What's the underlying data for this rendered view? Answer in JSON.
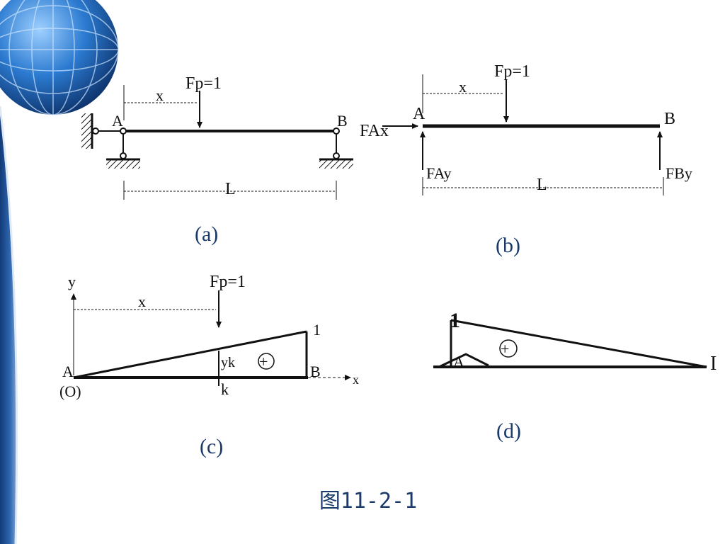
{
  "colors": {
    "accent": "#1a3a6b",
    "sidebar": "#2a5a9a",
    "globe": "#1f6fc0",
    "ink": "#111111"
  },
  "figure_caption": "图11-2-1",
  "panels": {
    "a": {
      "caption": "(a)",
      "force_label": "Fp=1",
      "dim_x": "x",
      "dim_L": "L",
      "point_A": "A",
      "point_B": "B"
    },
    "b": {
      "caption": "(b)",
      "force_label": "Fp=1",
      "dim_x": "x",
      "dim_L": "L",
      "point_A": "A",
      "point_B": "B",
      "reaction_Ax": "FAx",
      "reaction_Ay": "FAy",
      "reaction_By": "FBy"
    },
    "c": {
      "caption": "(c)",
      "axis_y": "y",
      "axis_x": "x",
      "force_label": "Fp=1",
      "dim_x": "x",
      "value_1": "1",
      "ordinate_yk": "yk",
      "point_k": "k",
      "point_A": "A",
      "point_B": "B",
      "origin": "(O)",
      "sign": "+"
    },
    "d": {
      "caption": "(d)",
      "value_1": "1",
      "point_A": "A",
      "point_end": "I",
      "sign": "+"
    }
  }
}
